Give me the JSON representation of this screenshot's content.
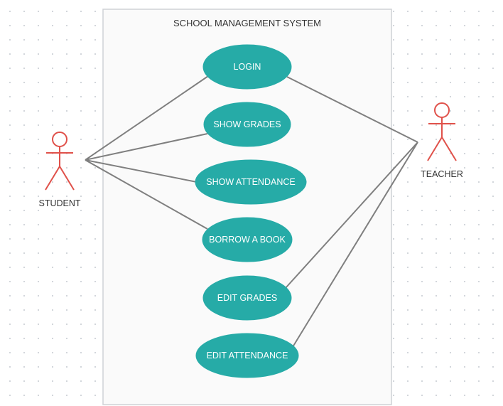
{
  "diagram": {
    "system_title": "SCHOOL MANAGEMENT SYSTEM",
    "actors": [
      {
        "id": "student",
        "label": "STUDENT"
      },
      {
        "id": "teacher",
        "label": "TEACHER"
      }
    ],
    "use_cases": [
      {
        "id": "login",
        "label": "LOGIN"
      },
      {
        "id": "show_grades",
        "label": "SHOW GRADES"
      },
      {
        "id": "show_attendance",
        "label": "SHOW ATTENDANCE"
      },
      {
        "id": "borrow_book",
        "label": "BORROW A BOOK"
      },
      {
        "id": "edit_grades",
        "label": "EDIT GRADES"
      },
      {
        "id": "edit_attendance",
        "label": "EDIT ATTENDANCE"
      }
    ],
    "associations": [
      {
        "from": "student",
        "to": "login"
      },
      {
        "from": "student",
        "to": "show_grades"
      },
      {
        "from": "student",
        "to": "show_attendance"
      },
      {
        "from": "student",
        "to": "borrow_book"
      },
      {
        "from": "teacher",
        "to": "login"
      },
      {
        "from": "teacher",
        "to": "edit_grades"
      },
      {
        "from": "teacher",
        "to": "edit_attendance"
      }
    ],
    "colors": {
      "use_case_fill": "#26aba7",
      "actor_stroke": "#e0514a",
      "line": "#7f7f7f"
    }
  }
}
